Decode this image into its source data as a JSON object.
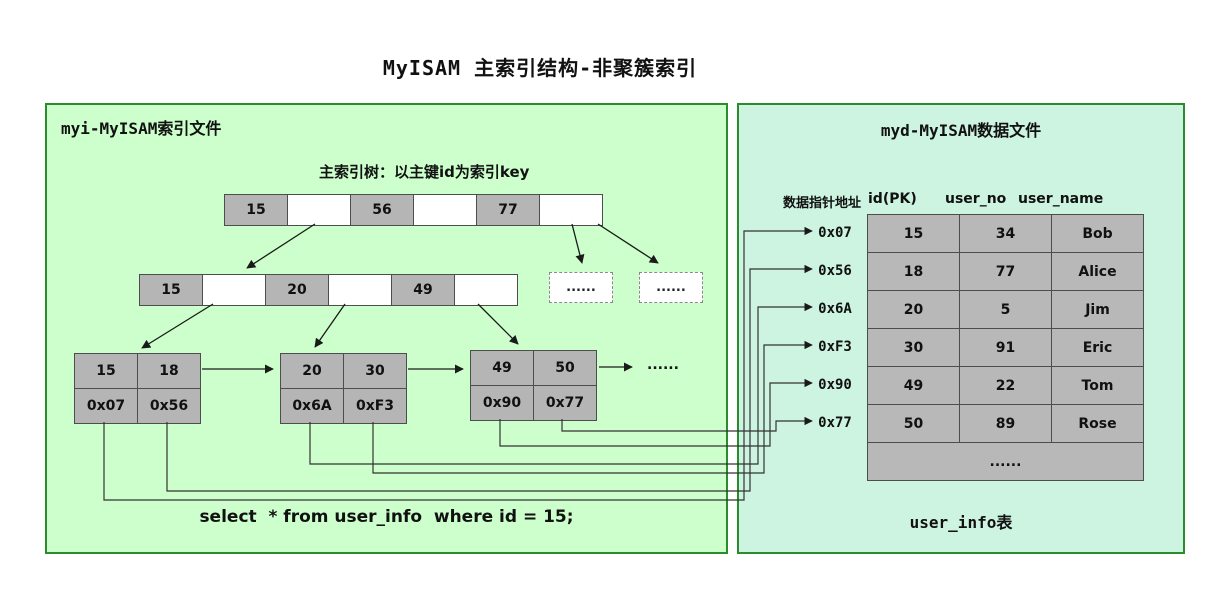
{
  "title": "MyISAM 主索引结构-非聚簇索引",
  "index_panel": {
    "title": "myi-MyISAM索引文件",
    "subtitle": "主索引树：以主键id为索引key",
    "root_node": {
      "cells": [
        "15",
        "",
        "56",
        "",
        "77",
        ""
      ]
    },
    "level2_node": {
      "cells": [
        "15",
        "",
        "20",
        "",
        "49",
        ""
      ]
    },
    "dashed_nodes": [
      "......",
      "......"
    ],
    "leaf_nodes": [
      {
        "keys": [
          "15",
          "18"
        ],
        "pointers": [
          "0x07",
          "0x56"
        ]
      },
      {
        "keys": [
          "20",
          "30"
        ],
        "pointers": [
          "0x6A",
          "0xF3"
        ]
      },
      {
        "keys": [
          "49",
          "50"
        ],
        "pointers": [
          "0x90",
          "0x77"
        ]
      }
    ],
    "leaf_more": "......",
    "query": "select  * from user_info  where id = 15;"
  },
  "data_panel": {
    "title": "myd-MyISAM数据文件",
    "pointer_header": "数据指针地址",
    "columns": [
      "id(PK)",
      "user_no",
      "user_name"
    ],
    "pointers": [
      "0x07",
      "0x56",
      "0x6A",
      "0xF3",
      "0x90",
      "0x77"
    ],
    "rows": [
      [
        "15",
        "34",
        "Bob"
      ],
      [
        "18",
        "77",
        "Alice"
      ],
      [
        "20",
        "5",
        "Jim"
      ],
      [
        "30",
        "91",
        "Eric"
      ],
      [
        "49",
        "22",
        "Tom"
      ],
      [
        "50",
        "89",
        "Rose"
      ]
    ],
    "more_row": "......",
    "table_label": "user_info表"
  }
}
